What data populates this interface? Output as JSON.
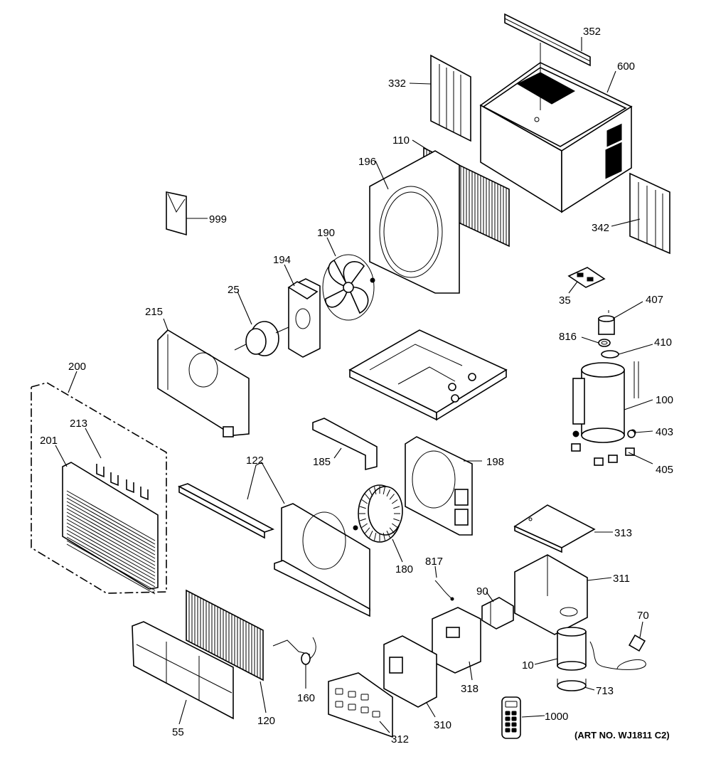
{
  "art_number": "(ART NO. WJ1811 C2)",
  "callouts": {
    "p352": "352",
    "p600": "600",
    "p332": "332",
    "p110": "110",
    "p196": "196",
    "p999": "999",
    "p190": "190",
    "p342": "342",
    "p194": "194",
    "p25": "25",
    "p35": "35",
    "p407": "407",
    "p215": "215",
    "p816": "816",
    "p410": "410",
    "p200": "200",
    "p100": "100",
    "p213": "213",
    "p403": "403",
    "p201": "201",
    "p122": "122",
    "p185": "185",
    "p198": "198",
    "p405": "405",
    "p313": "313",
    "p180": "180",
    "p817": "817",
    "p90": "90",
    "p311": "311",
    "p70": "70",
    "p10": "10",
    "p318": "318",
    "p713": "713",
    "p160": "160",
    "p120": "120",
    "p55": "55",
    "p310": "310",
    "p1000": "1000",
    "p312": "312"
  }
}
